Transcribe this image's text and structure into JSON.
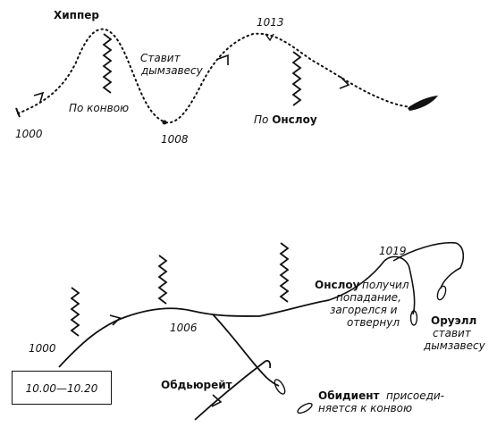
{
  "top": {
    "hipper": "Хиппер",
    "sets_smoke": [
      "Ставит",
      "дымзавесу"
    ],
    "to_convoy": "По конвою",
    "to_onslow_prefix": "По ",
    "to_onslow_ship": "Онслоу",
    "times": {
      "t1000": "1000",
      "t1008": "1008",
      "t1013": "1013"
    }
  },
  "bottom": {
    "onslow_ship": "Онслоу",
    "onslow_note": [
      "получил",
      "попадание,",
      "загорелся и",
      "отвернул"
    ],
    "orwell_ship": "Оруэлл",
    "orwell_note": [
      "ставит",
      "дымзавесу"
    ],
    "obdurate": "Обдьюрейт",
    "obedient_ship": "Обидиент",
    "obedient_note": [
      "присоеди-",
      "няется к конвою"
    ],
    "times": {
      "t1000": "1000",
      "t1006": "1006",
      "t1019": "1019"
    }
  },
  "time_range": "10.00—10.20"
}
